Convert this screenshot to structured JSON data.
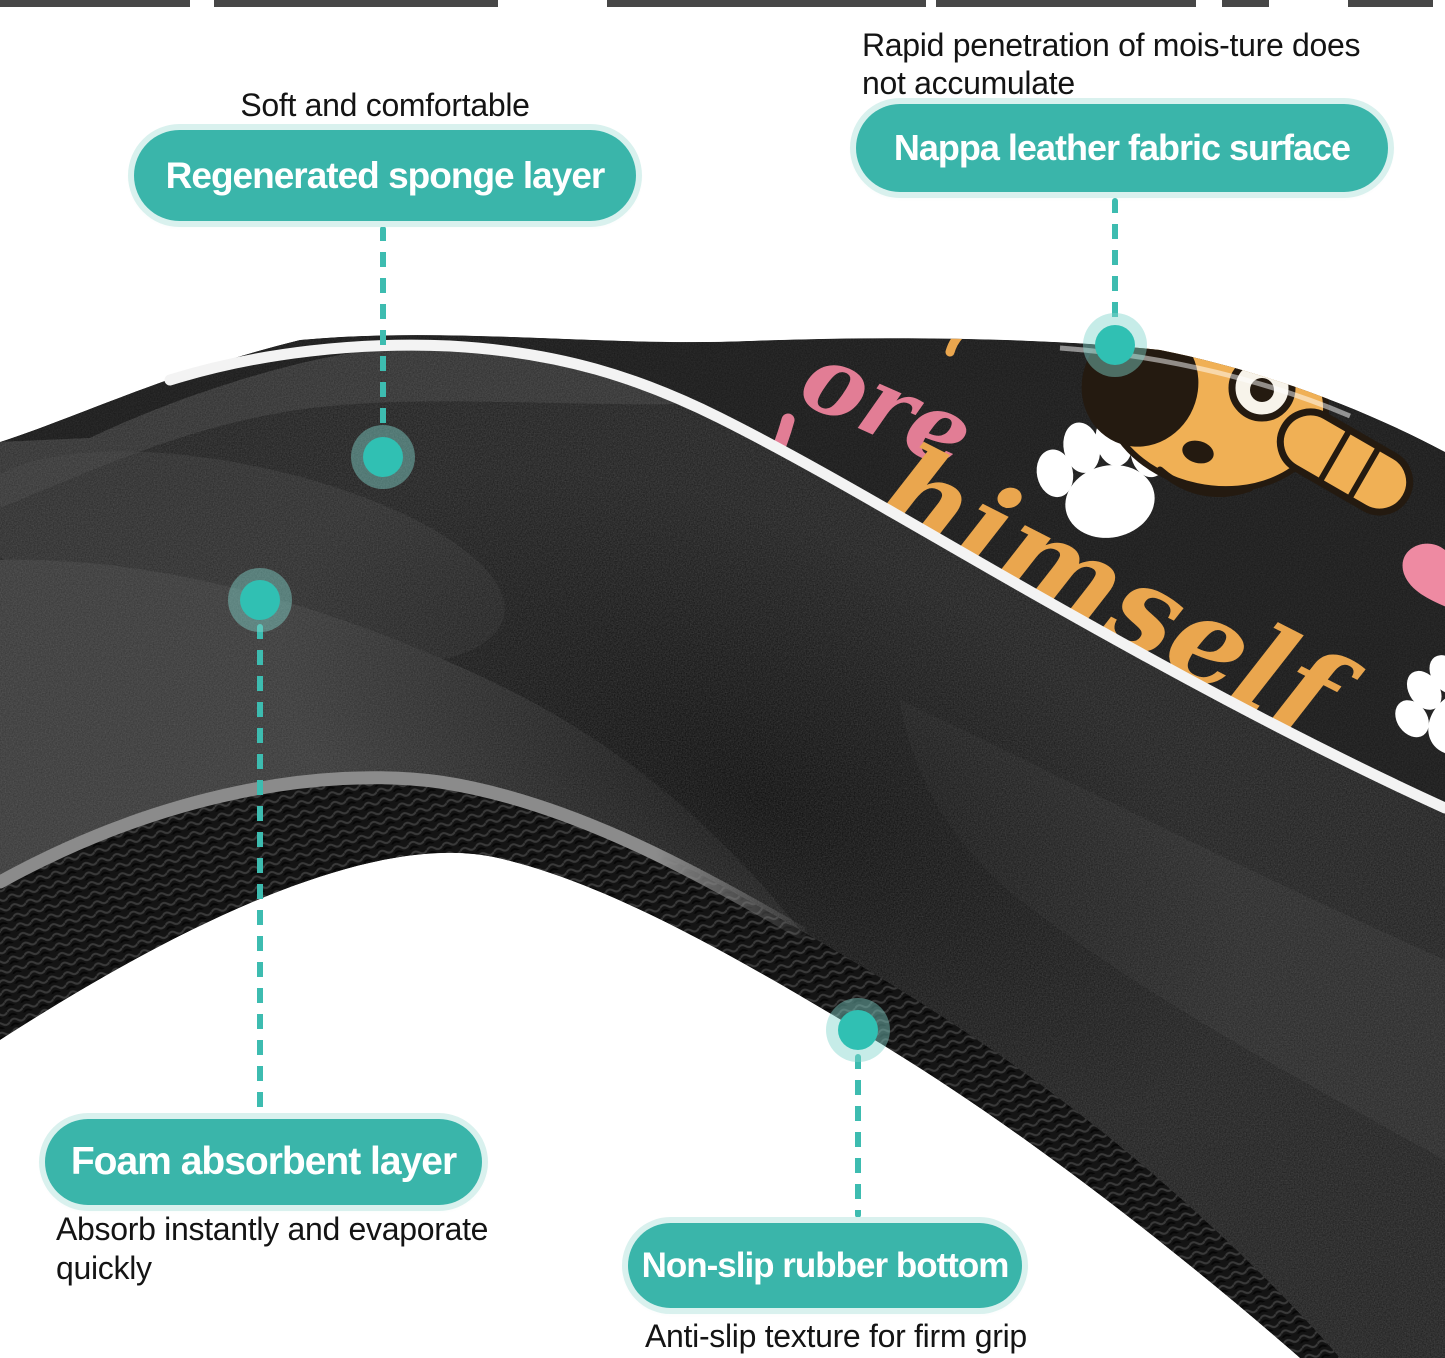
{
  "callouts": {
    "sponge": {
      "caption": "Soft and comfortable",
      "label": "Regenerated sponge layer"
    },
    "nappa": {
      "caption_line1": "Rapid penetration of mois-ture does",
      "caption_line2": "not accumulate",
      "label": "Nappa leather fabric surface"
    },
    "foam": {
      "label": "Foam absorbent layer",
      "caption_line1": "Absorb instantly and evaporate",
      "caption_line2": "quickly"
    },
    "rubber": {
      "label": "Non-slip rubber bottom",
      "caption": "Anti-slip texture for firm grip"
    }
  },
  "product": {
    "type": "layered pet mat shown in S-curve side view",
    "print": {
      "fragment_more": "ore",
      "fragment_himself": "himself",
      "motifs": "paw-print-icon, dog-illustration, heart-icon"
    }
  },
  "colors": {
    "accent_teal": "#3ab5aa",
    "accent_teal_light": "#d9f1ee",
    "dash_teal": "#3dbcb0",
    "dot_teal": "#30c0b3",
    "caption_black": "#141414",
    "mat_black": "#181818",
    "piping_white": "#f3f3f3",
    "piping_gray": "#8b8b8b",
    "print_pink": "#e27d95",
    "print_gold": "#eaa64e"
  }
}
